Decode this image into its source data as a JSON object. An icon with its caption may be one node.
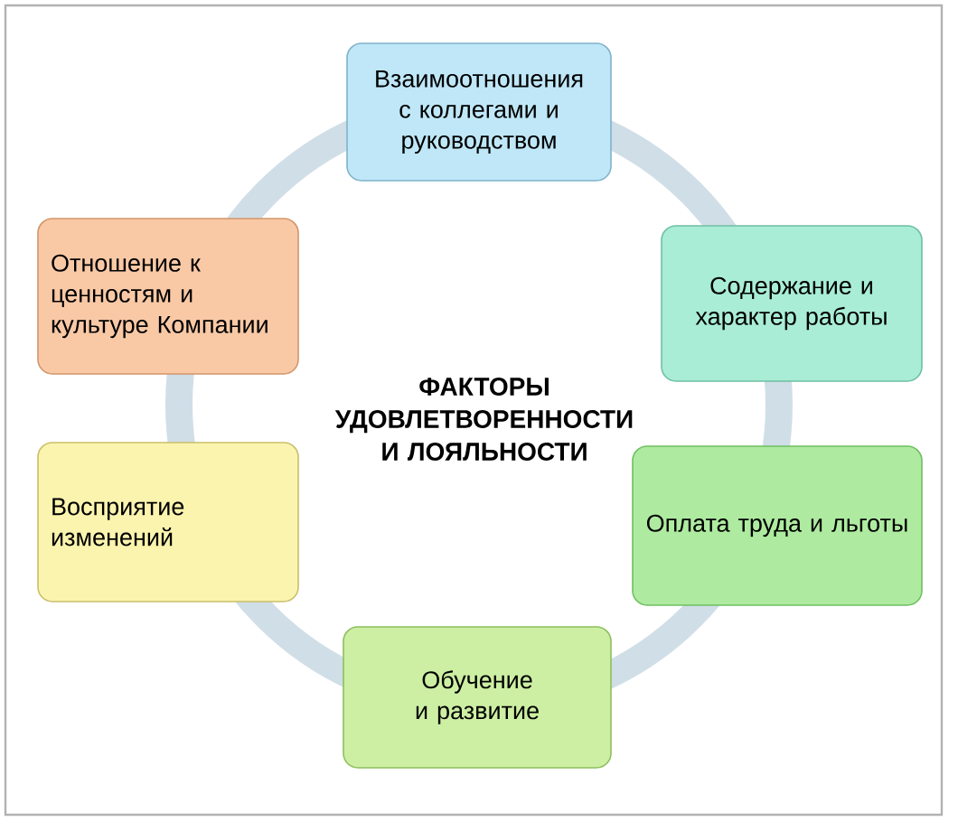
{
  "diagram": {
    "nodes": [
      {
        "text": [
          "Взаимоотношения с коллегами и руководством"
        ]
      },
      {
        "text": [
          "Содержание и характер работы"
        ]
      },
      {
        "text": [
          "Оплата труда и льготы"
        ]
      },
      {
        "text": [
          "Обучение и развитие"
        ]
      },
      {
        "text": [
          "Восприятие изменений"
        ]
      },
      {
        "text": [
          "Отношение к ценностям и культуре Компании"
        ]
      }
    ],
    "labels": [
      "ФАКТОРЫ УДОВЛЕТВОРЕННОСТИ И ЛОЯЛЬНОСТИ"
    ]
  }
}
